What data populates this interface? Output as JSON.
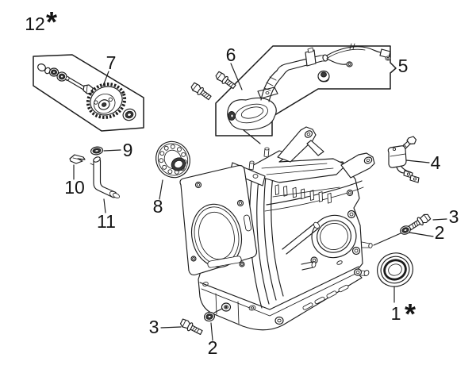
{
  "figure": {
    "background_color": "#ffffff",
    "line_color": "#1c1c1c",
    "callouts": {
      "n12": {
        "text": "12",
        "star": "*"
      },
      "n7": {
        "text": "7"
      },
      "n6": {
        "text": "6"
      },
      "n5": {
        "text": "5"
      },
      "n4": {
        "text": "4"
      },
      "n3_right": {
        "text": "3"
      },
      "n2_right": {
        "text": "2"
      },
      "n1": {
        "text": "1",
        "star": "*"
      },
      "n8": {
        "text": "8"
      },
      "n9": {
        "text": "9"
      },
      "n10": {
        "text": "10"
      },
      "n11": {
        "text": "11"
      },
      "n3_bottom": {
        "text": "3"
      },
      "n2_bottom": {
        "text": "2"
      }
    }
  }
}
